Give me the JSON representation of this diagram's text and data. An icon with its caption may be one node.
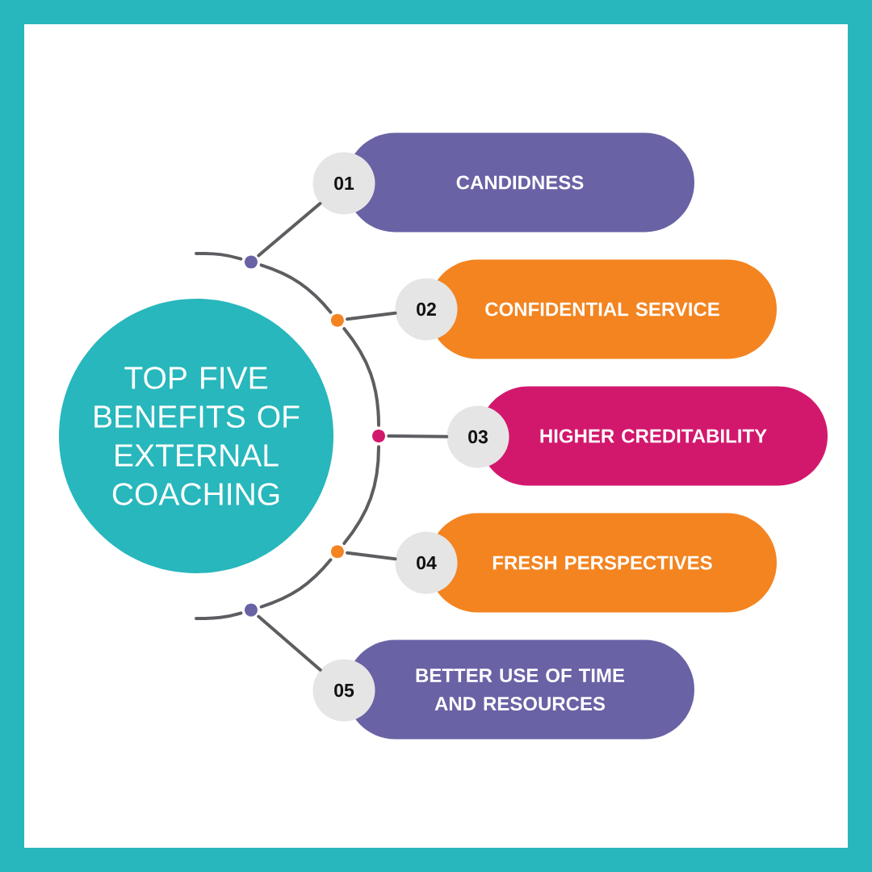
{
  "diagram": {
    "nodes": [
      {
        "text": [
          "TOP FIVE BENEFITS OF EXTERNAL COACHING"
        ]
      },
      {
        "text": [],
        "shape": "circle"
      },
      {
        "text": [
          "01"
        ]
      },
      {
        "text": [
          "CANDIDNESS"
        ]
      },
      {
        "text": [],
        "shape": "circle"
      },
      {
        "text": [
          "02"
        ]
      },
      {
        "text": [
          "CONFIDENTIAL SERVICE"
        ]
      },
      {
        "text": [],
        "shape": "circle"
      },
      {
        "text": [
          "03"
        ]
      },
      {
        "text": [
          "HIGHER CREDITABILITY"
        ]
      },
      {
        "text": [],
        "shape": "circle"
      },
      {
        "text": [
          "04"
        ]
      },
      {
        "text": [
          "FRESH PERSPECTIVES"
        ]
      },
      {
        "text": [],
        "shape": "circle"
      },
      {
        "text": [
          "05"
        ]
      },
      {
        "text": [
          "BETTER USE OF TIME AND RESOURCES"
        ]
      }
    ],
    "edges": [
      {
        "from": 1,
        "to": 2,
        "arrow": "none"
      },
      {
        "from": 4,
        "to": 5,
        "arrow": "none"
      },
      {
        "from": 7,
        "to": 8,
        "arrow": "none"
      },
      {
        "from": 10,
        "to": 11,
        "arrow": "none"
      },
      {
        "from": 13,
        "to": 14,
        "arrow": "none"
      },
      {
        "from": null,
        "to": 1,
        "arrow": "none"
      },
      {
        "from": 1,
        "to": 4,
        "arrow": "none"
      },
      {
        "from": 4,
        "to": 7,
        "arrow": "none"
      },
      {
        "from": 7,
        "to": 10,
        "arrow": "none"
      },
      {
        "from": 10,
        "to": 13,
        "arrow": "none"
      },
      {
        "from": 13,
        "to": null,
        "arrow": "none"
      }
    ]
  }
}
